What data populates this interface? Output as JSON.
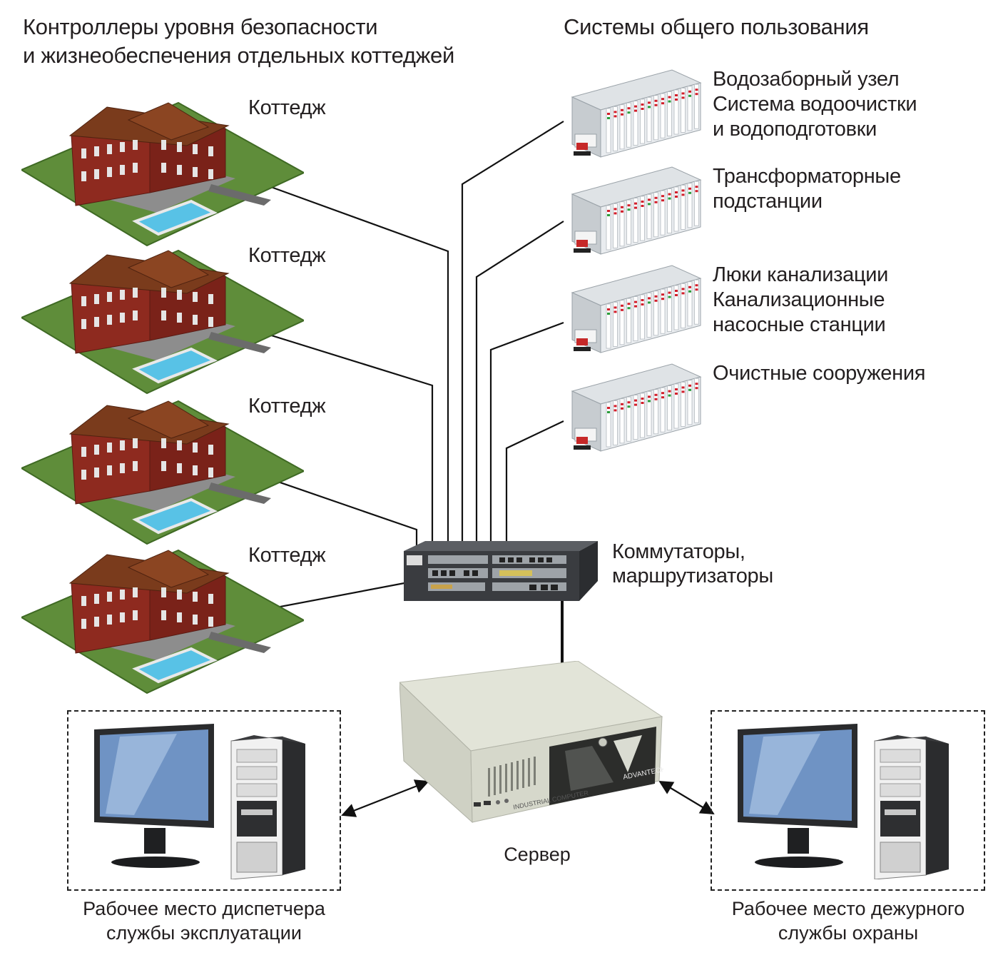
{
  "headings": {
    "cottage_controllers": [
      "Контроллеры уровня безопасности",
      "и жизнеобеспечения отдельных коттеджей"
    ],
    "public_systems": "Системы общего пользования"
  },
  "cottages": [
    {
      "label": "Коттедж"
    },
    {
      "label": "Коттедж"
    },
    {
      "label": "Коттедж"
    },
    {
      "label": "Коттедж"
    }
  ],
  "controllers": [
    {
      "lines": [
        "Водозаборный узел",
        "Система водоочистки",
        "и водоподготовки"
      ]
    },
    {
      "lines": [
        "Трансформаторные",
        "подстанции"
      ]
    },
    {
      "lines": [
        "Люки канализации",
        "Канализационные",
        "насосные станции"
      ]
    },
    {
      "lines": [
        "Очистные сооружения"
      ]
    }
  ],
  "switch": {
    "lines": [
      "Коммутаторы,",
      "маршрутизаторы"
    ]
  },
  "server": {
    "label": "Сервер",
    "brand": "ADVANTECH",
    "model": "INDUSTRIAL COMPUTER"
  },
  "workstations": [
    {
      "lines": [
        "Рабочее место диспетчера",
        "службы эксплуатации"
      ]
    },
    {
      "lines": [
        "Рабочее место дежурного",
        "службы охраны"
      ]
    }
  ],
  "colors": {
    "wire": "#111111",
    "roof": "#7a3b1c",
    "brick": "#8e2a1f",
    "lawn": "#5f8d3a",
    "pool": "#58c2e6",
    "controller": "#e9ecef"
  }
}
